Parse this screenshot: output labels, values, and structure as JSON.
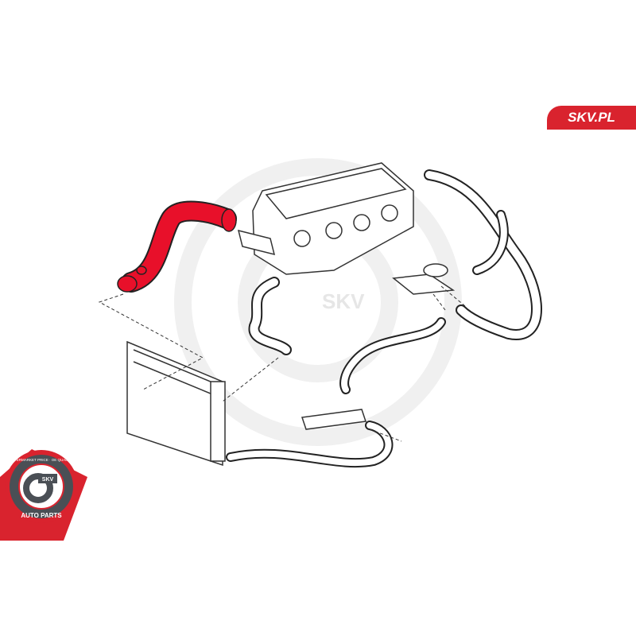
{
  "brand": {
    "label": "SKV.PL",
    "color": "#d9232e"
  },
  "badge": {
    "top_text": "AFTERMARKET PRICE · OE QUALITY",
    "center_text": "SKV",
    "bottom_text": "AUTO PARTS"
  },
  "watermark": {
    "text": "SKV"
  },
  "highlight_color": "#e8102a"
}
